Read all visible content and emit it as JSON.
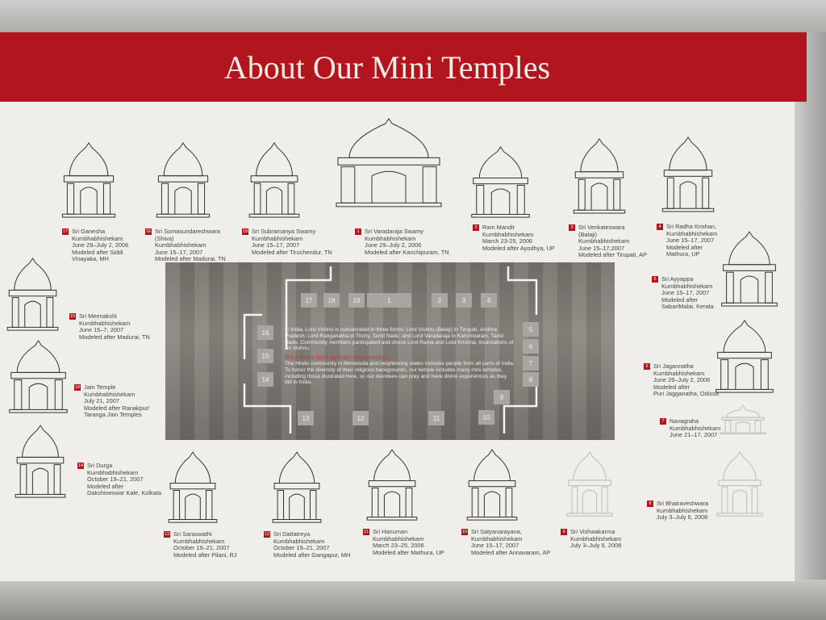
{
  "title": "About Our Mini Temples",
  "top_captions": [
    {
      "num": "17",
      "lines": [
        "Sri Ganesha",
        "Kumbhabhishekam",
        "June 29–July 2, 2006",
        "Modeled after Siddi",
        "Vinayaka, MH"
      ]
    },
    {
      "num": "16",
      "lines": [
        "Sri Somasundareshwara",
        "(Shiva)",
        "Kumbhabhishekam",
        "June 15–17, 2007",
        "Modeled after Madurai, TN"
      ]
    },
    {
      "num": "19",
      "lines": [
        "Sri Subramanya Swamy",
        "Kumbhabhishekam",
        "June 15–17, 2007",
        "Modeled after Tiruchendur, TN"
      ]
    },
    {
      "num": "1",
      "lines": [
        "Sri Varadaraja Swamy",
        "Kumbhabhishekam",
        "June 29–July 2, 2006",
        "Modeled after Kanchipuram, TN"
      ]
    },
    {
      "num": "2",
      "lines": [
        "Ram Mandir",
        "Kumbhabhishekam",
        "March 23-25, 2006",
        "Modeled after Ayodhya, UP"
      ]
    },
    {
      "num": "3",
      "lines": [
        "Sri Venkateswara",
        "(Balaji)",
        "Kumbhabhishekam",
        "June 15–17,2007",
        "Modeled after Tirupati, AP"
      ]
    },
    {
      "num": "4",
      "lines": [
        "Sri Radha Krishan,",
        "Kumbhabhishekam",
        "June 15–17, 2007",
        "Modeled after",
        "Mathura, UP"
      ]
    }
  ],
  "left_captions": [
    {
      "num": "15",
      "lines": [
        "Sri Meenakshi",
        "Kumbhabhishekam",
        "June 15–7, 2007",
        "Modeled after Madurai, TN"
      ]
    },
    {
      "num": "18",
      "lines": [
        "Jain Temple",
        "Kumbhabhishekam",
        "July 21, 2007",
        "Modeled after Ranakpur/",
        "Taranga Jain Temples"
      ]
    },
    {
      "num": "14",
      "lines": [
        "Sri Durga",
        "Kumbhabhishekam",
        "October 19–21, 2007",
        "Modeled after",
        "Dakshineswar Kale, Kolkata"
      ]
    }
  ],
  "right_captions": [
    {
      "num": "5",
      "lines": [
        "Sri Ayyappa",
        "Kumbhabhishekam",
        "June 15–17, 2007",
        "Modeled after",
        "SabariMalai, Kerala"
      ]
    },
    {
      "num": "6",
      "lines": [
        "Sri Jagannatha",
        "Kumbhabhishekam",
        "June 29–July 2, 2006",
        "Modeled after",
        "Puri Jagganatha, Odissa"
      ]
    },
    {
      "num": "7",
      "lines": [
        "Navagraha",
        "Kumbhabhishekam",
        "June 21–17, 2007"
      ]
    },
    {
      "num": "8",
      "lines": [
        "Sri Bhairaveshwara",
        "Kumbhabhishekam",
        "July 3–July 6, 2008"
      ]
    }
  ],
  "bottom_captions": [
    {
      "num": "13",
      "lines": [
        "Sri Saraswathi",
        "Kumbhabhishekam",
        "October 19–21, 2007",
        "Modeled after Pilani, RJ"
      ]
    },
    {
      "num": "12",
      "lines": [
        "Sri Dattatreya",
        "Kumbhabhishekam",
        "October 19–21, 2007",
        "Modeled after Gangapur, MH"
      ]
    },
    {
      "num": "11",
      "lines": [
        "Sri Hanuman",
        "Kumbhabhishekam",
        "March 23–25, 2006",
        "Modeled after Mathura, UP"
      ]
    },
    {
      "num": "10",
      "lines": [
        "Sri Satyanarayana,",
        "Kumbhabhishekam",
        "June 15–17, 2007",
        "Modeled after Annavaram, AP"
      ]
    },
    {
      "num": "9",
      "lines": [
        "Sri Vishwakarma",
        "Kumbhabhishekam",
        "July 3–July 6, 2008"
      ]
    }
  ],
  "map_numbers": [
    "17",
    "18",
    "19",
    "1",
    "2",
    "3",
    "4",
    "16",
    "15",
    "14",
    "5",
    "6",
    "7",
    "8",
    "9",
    "10",
    "11",
    "12",
    "13"
  ],
  "info": {
    "para1": "In India, Lord Vishnu is consecrated in three forms: Lord Vishnu (Balaji) in Tirupati, Andhra Pradesh; Lord Ranganatha in Trichy, Tamil Nadu; and Lord Varadaraja in Kanchivaram, Tamil Nadu. Community members participated and chose Lord Rama and Lord Krishna, incarnations of Sri Vishnu.",
    "heading2": "Why do we have so many mini temples?",
    "para2": "The Hindu community in Minnesota and neighboring states includes people from all parts of India. To honor the diversity of their religious backgrounds, our temple includes many mini temples, including those illustrated here, so our devotees can pray and have divine experiences as they did in India."
  },
  "colors": {
    "banner": "#b3151f",
    "board": "#efeeea"
  }
}
